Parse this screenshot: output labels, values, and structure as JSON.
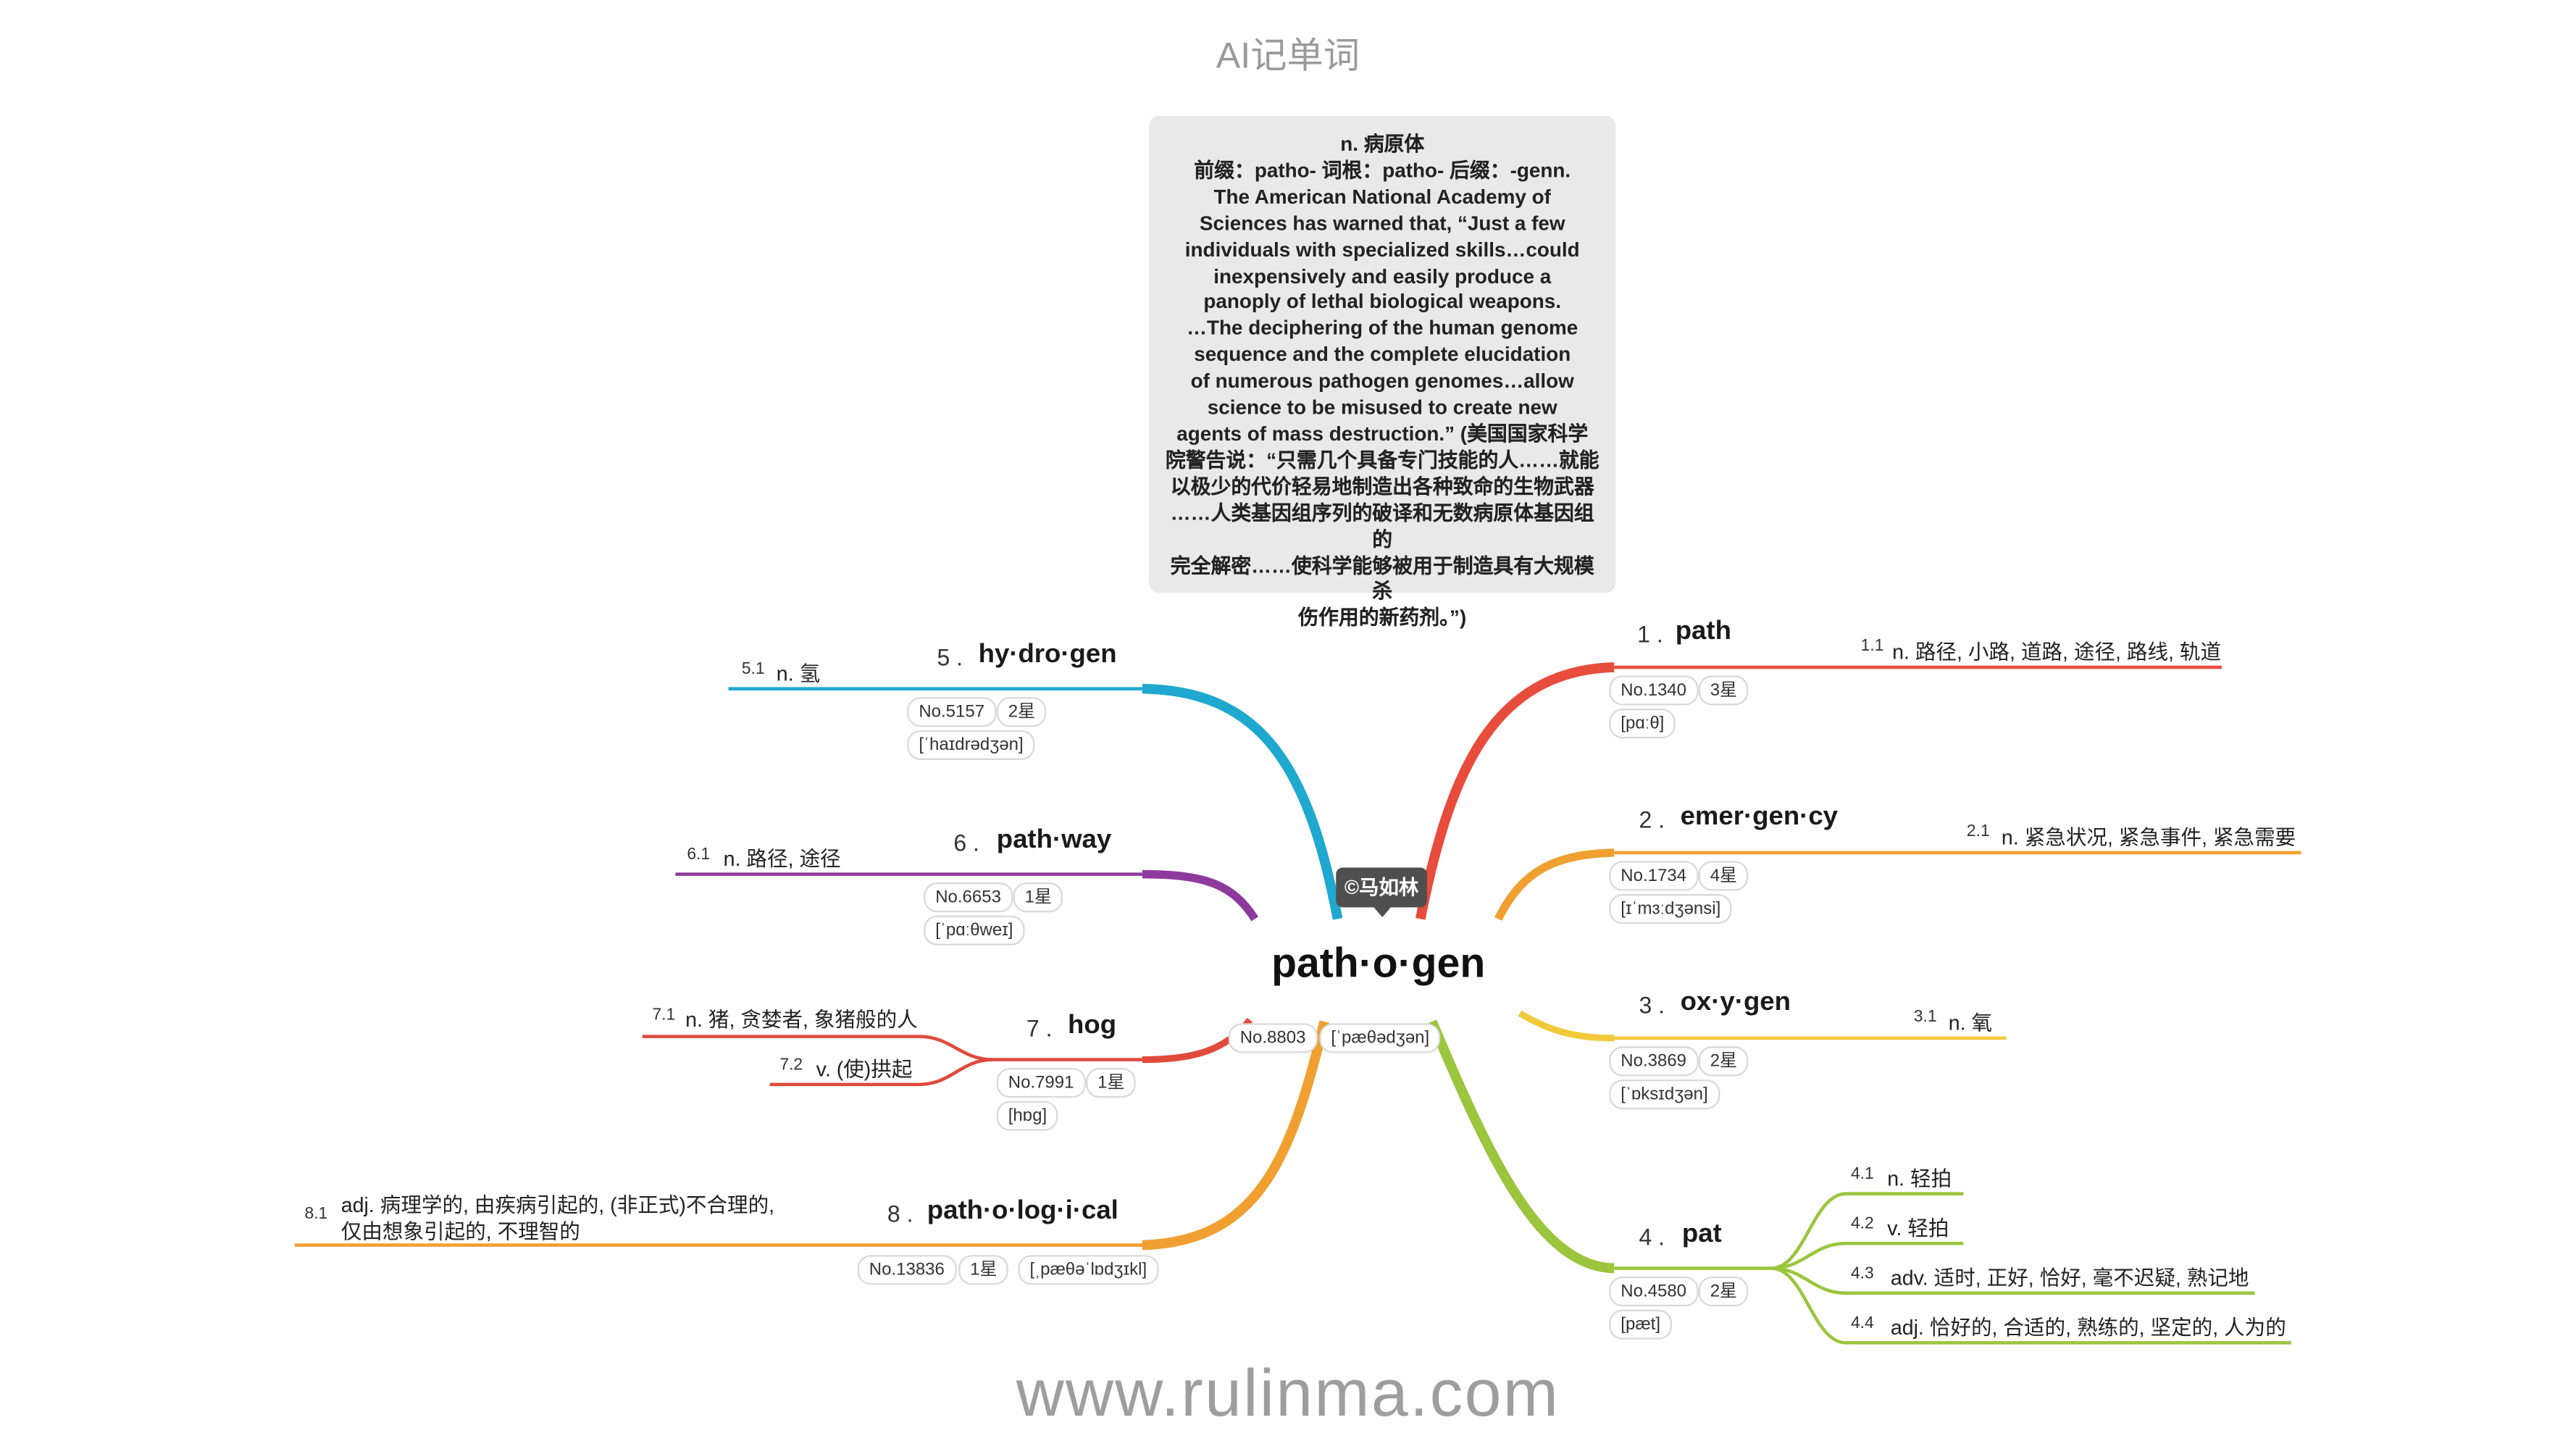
{
  "header": "AI记单词",
  "footer": "www.rulinma.com",
  "copyright": "©马如林",
  "note": {
    "lines": [
      "n. 病原体",
      "前缀：patho- 词根：patho- 后缀：-genn.",
      "The American National Academy of",
      "Sciences has warned that, “Just a few",
      "individuals with specialized skills…could",
      "inexpensively and easily produce a",
      "panoply of lethal biological weapons.",
      "…The deciphering of the human genome",
      "sequence and the complete elucidation",
      "of numerous pathogen genomes…allow",
      "science to be misused to create new",
      "agents of mass destruction.” (美国国家科学",
      "院警告说：“只需几个具备专门技能的人……就能",
      "以极少的代价轻易地制造出各种致命的生物武器",
      "……人类基因组序列的破译和无数病原体基因组的",
      "完全解密……使科学能够被用于制造具有大规模杀",
      "伤作用的新药剂。”)"
    ]
  },
  "center": {
    "word": "path·o·gen",
    "no": "No.8803",
    "phonetic": "[ˈpæθədʒən]"
  },
  "branches": [
    {
      "num": "1 .",
      "word": "path",
      "no": "No.1340",
      "stars": "3星",
      "phonetic": "[pɑːθ]",
      "color": "#e74c3c",
      "defs": [
        {
          "idx": "1.1",
          "text": "n. 路径, 小路, 道路, 途径, 路线, 轨道"
        }
      ]
    },
    {
      "num": "2 .",
      "word": "emer·gen·cy",
      "no": "No.1734",
      "stars": "4星",
      "phonetic": "[ɪˈmɜːdʒənsi]",
      "color": "#f0a030",
      "defs": [
        {
          "idx": "2.1",
          "text": "n. 紧急状况, 紧急事件, 紧急需要"
        }
      ]
    },
    {
      "num": "3 .",
      "word": "ox·y·gen",
      "no": "No.3869",
      "stars": "2星",
      "phonetic": "[ˈɒksɪdʒən]",
      "color": "#f2c93a",
      "defs": [
        {
          "idx": "3.1",
          "text": "n. 氧"
        }
      ]
    },
    {
      "num": "4 .",
      "word": "pat",
      "no": "No.4580",
      "stars": "2星",
      "phonetic": "[pæt]",
      "color": "#9bc53d",
      "defs": [
        {
          "idx": "4.1",
          "text": "n. 轻拍"
        },
        {
          "idx": "4.2",
          "text": "v. 轻拍"
        },
        {
          "idx": "4.3",
          "text": "adv. 适时, 正好, 恰好, 毫不迟疑, 熟记地"
        },
        {
          "idx": "4.4",
          "text": "adj. 恰好的, 合适的, 熟练的, 坚定的, 人为的"
        }
      ]
    },
    {
      "num": "5 .",
      "word": "hy·dro·gen",
      "no": "No.5157",
      "stars": "2星",
      "phonetic": "[ˈhaɪdrədʒən]",
      "color": "#1fa8d0",
      "defs": [
        {
          "idx": "5.1",
          "text": "n. 氢"
        }
      ]
    },
    {
      "num": "6 .",
      "word": "path·way",
      "no": "No.6653",
      "stars": "1星",
      "phonetic": "[ˈpɑːθweɪ]",
      "color": "#8e3a9d",
      "defs": [
        {
          "idx": "6.1",
          "text": "n. 路径, 途径"
        }
      ]
    },
    {
      "num": "7 .",
      "word": "hog",
      "no": "No.7991",
      "stars": "1星",
      "phonetic": "[hɒɡ]",
      "color": "#e04a3a",
      "defs": [
        {
          "idx": "7.1",
          "text": "n. 猪, 贪婪者, 象猪般的人"
        },
        {
          "idx": "7.2",
          "text": "v. (使)拱起"
        }
      ]
    },
    {
      "num": "8 .",
      "word": "path·o·log·i·cal",
      "no": "No.13836",
      "stars": "1星",
      "phonetic": "[ˌpæθəˈlɒdʒɪkl]",
      "color": "#f0a030",
      "defs": [
        {
          "idx": "8.1",
          "text": "adj. 病理学的, 由疾病引起的, (非正式)不合理的,",
          "text2": "仅由想象引起的, 不理智的"
        }
      ]
    }
  ]
}
